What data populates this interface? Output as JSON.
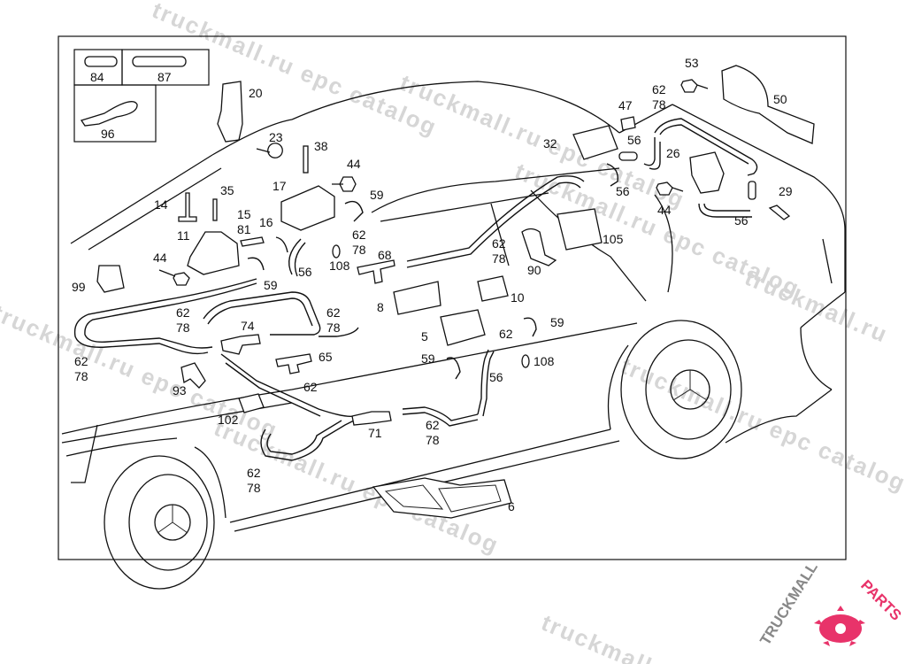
{
  "watermark": {
    "text_a": "truckmall.ru epc catalog",
    "text_b": "truckmall.ru epc catalog",
    "text_c": "truckmall.ru epc catalog",
    "text_d": "truckmall.ru",
    "text_e": "truckmall.ru epc catalog",
    "text_f": "truckmall.ru",
    "text_g": "truckmall.ru epc catalog",
    "text_h": "truckmall.ru epc catalog"
  },
  "logo": {
    "truckmall": "TRUCKMALL",
    "parts": "PARTS"
  },
  "colors": {
    "logo_gray": "#888888",
    "logo_pink": "#e8336a"
  },
  "legend": {
    "box1": "84",
    "box2": "87",
    "box3": "96"
  },
  "labels": {
    "l20": "20",
    "l23": "23",
    "l38": "38",
    "l44a": "44",
    "l17": "17",
    "l59a": "59",
    "l35": "35",
    "l14": "14",
    "l15": "15",
    "l81": "81",
    "l16": "16",
    "l11": "11",
    "l62a": "62",
    "l78a": "78",
    "l108a": "108",
    "l56a": "56",
    "l68": "68",
    "l44b": "44",
    "l59b": "59",
    "l99": "99",
    "l62b": "62",
    "l78b": "78",
    "l74": "74",
    "l62c": "62",
    "l78c": "78",
    "l62d": "62",
    "l78d": "78",
    "l65": "65",
    "l93": "93",
    "l62e": "62",
    "l102": "102",
    "l71": "71",
    "l62f": "62",
    "l78f": "78",
    "l62g": "62",
    "l78g": "78",
    "l8": "8",
    "l5": "5",
    "l59c": "59",
    "l62h": "62",
    "l56b": "56",
    "l108b": "108",
    "l59d": "59",
    "l10": "10",
    "l90": "90",
    "l62i": "62",
    "l78i": "78",
    "l105": "105",
    "l32": "32",
    "l47": "47",
    "l56c": "56",
    "l56d": "56",
    "l53": "53",
    "l62j": "62",
    "l78j": "78",
    "l50": "50",
    "l26": "26",
    "l44c": "44",
    "l56e": "56",
    "l29": "29",
    "l6": "6"
  }
}
